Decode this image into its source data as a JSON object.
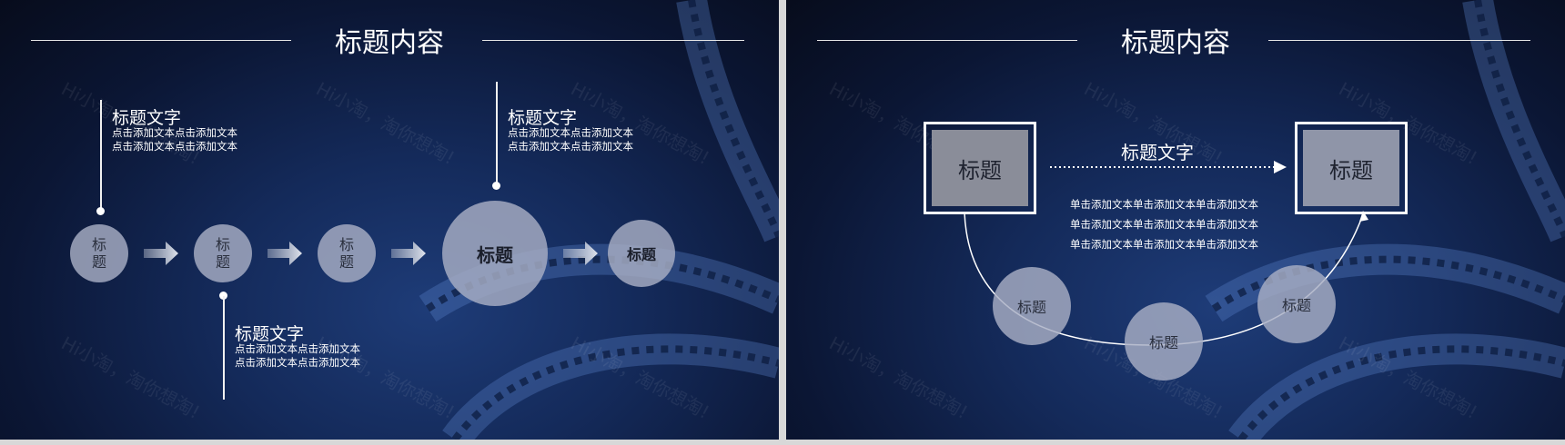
{
  "colors": {
    "background_dark": "#070c1c",
    "background_mid": "#142a5a",
    "circle_fill": "#a8afc4",
    "box_fill": "#8a8d99",
    "line": "#ffffff"
  },
  "watermark": "Hi小淘，淘你想淘!",
  "slide1": {
    "title": "标题内容",
    "nodes": [
      {
        "label": "标题",
        "size": "small"
      },
      {
        "label": "标题",
        "size": "small"
      },
      {
        "label": "标题",
        "size": "small"
      },
      {
        "label": "标题",
        "size": "large"
      },
      {
        "label": "标题",
        "size": "medium"
      }
    ],
    "callouts": [
      {
        "title": "标题文字",
        "desc1": "点击添加文本点击添加文本",
        "desc2": "点击添加文本点击添加文本"
      },
      {
        "title": "标题文字",
        "desc1": "点击添加文本点击添加文本",
        "desc2": "点击添加文本点击添加文本"
      },
      {
        "title": "标题文字",
        "desc1": "点击添加文本点击添加文本",
        "desc2": "点击添加文本点击添加文本"
      }
    ]
  },
  "slide2": {
    "title": "标题内容",
    "box_left_label": "标题",
    "box_right_label": "标题",
    "center_title": "标题文字",
    "desc_lines": [
      "单击添加文本单击添加文本单击添加文本",
      "单击添加文本单击添加文本单击添加文本",
      "单击添加文本单击添加文本单击添加文本"
    ],
    "circles": [
      {
        "label": "标题"
      },
      {
        "label": "标题"
      },
      {
        "label": "标题"
      }
    ]
  }
}
